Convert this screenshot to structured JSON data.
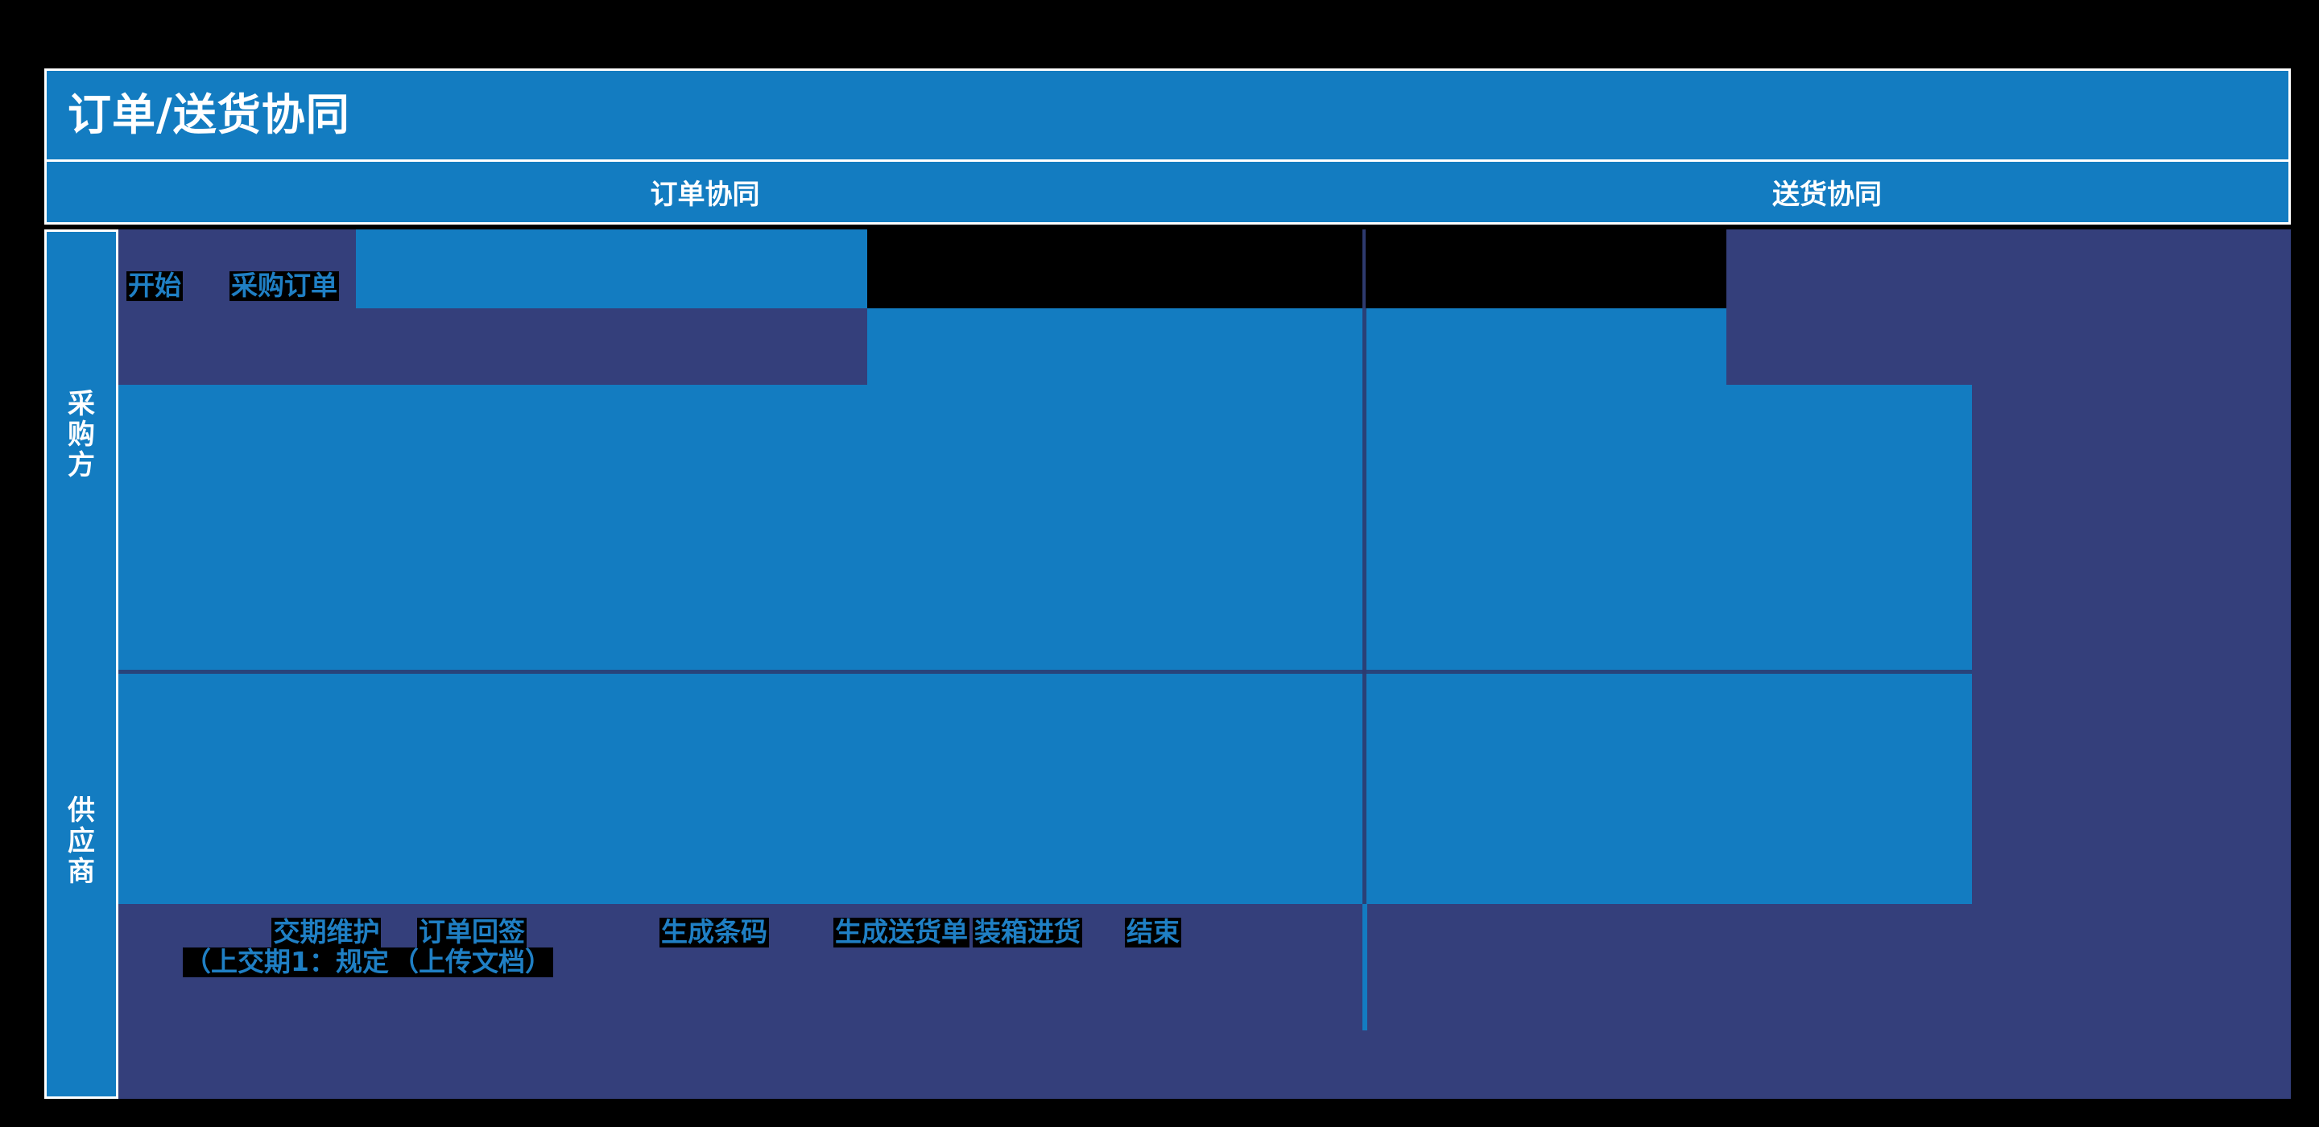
{
  "title": "订单/送货协同",
  "phases": [
    {
      "key": "order",
      "label": "订单协同"
    },
    {
      "key": "delivery",
      "label": "送货协同"
    }
  ],
  "lanes": [
    {
      "key": "buyer",
      "label": "采购方",
      "chars": [
        "采",
        "购",
        "方"
      ]
    },
    {
      "key": "supplier",
      "label": "供应商",
      "chars": [
        "供",
        "应",
        "商"
      ]
    }
  ],
  "nodes": {
    "start": {
      "label": "开始"
    },
    "purchase_order": {
      "label": "采购订单"
    },
    "due_date": {
      "label": "交期维护",
      "sub": "（上交期1：规定时间）"
    },
    "order_signback": {
      "label": "订单回签",
      "sub": "（上传文档）"
    },
    "barcode": {
      "label": "生成条码"
    },
    "delivery_note": {
      "label": "生成送货单"
    },
    "packing": {
      "label": "装箱进货"
    },
    "end": {
      "label": "结束"
    }
  },
  "colors": {
    "accent_blue": "#137cc1",
    "node_blue": "#1f7fc4",
    "lane_navy": "#343f7b",
    "black": "#000000",
    "white": "#ffffff",
    "divider": "#2d3a6e"
  }
}
